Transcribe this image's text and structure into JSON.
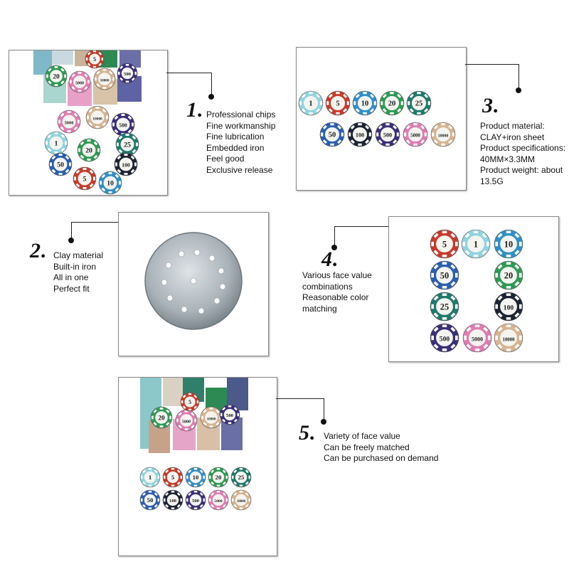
{
  "features": [
    {
      "num": "1.",
      "lines": [
        "Professional chips",
        "Fine workmanship",
        "Fine lubrication",
        "Embedded iron",
        "Feel good",
        "Exclusive release"
      ]
    },
    {
      "num": "2.",
      "lines": [
        "Clay material",
        "Built-in iron",
        "All in one",
        "Perfect fit"
      ]
    },
    {
      "num": "3.",
      "lines": [
        "Product material:",
        "CLAY+iron sheet",
        "Product specifications:",
        "40MM×3.3MM",
        "Product weight: about",
        "13.5G"
      ]
    },
    {
      "num": "4.",
      "lines": [
        "Various face value",
        "combinations",
        "Reasonable color",
        "matching"
      ]
    },
    {
      "num": "5.",
      "lines": [
        "Variety of face value",
        "Can be freely matched",
        "Can be purchased on demand"
      ]
    }
  ],
  "chip_values": [
    "1",
    "5",
    "10",
    "20",
    "25",
    "50",
    "100",
    "500",
    "5000",
    "10000"
  ],
  "colors": {
    "1": "#8fd3df",
    "5": "#c83a2a",
    "10": "#2f8fc9",
    "20": "#2f9a52",
    "25": "#1f7a6a",
    "50": "#2a5fb0",
    "100": "#1d2433",
    "500": "#3a2f7a",
    "5000": "#e07bb0",
    "10000": "#d7b38f"
  }
}
